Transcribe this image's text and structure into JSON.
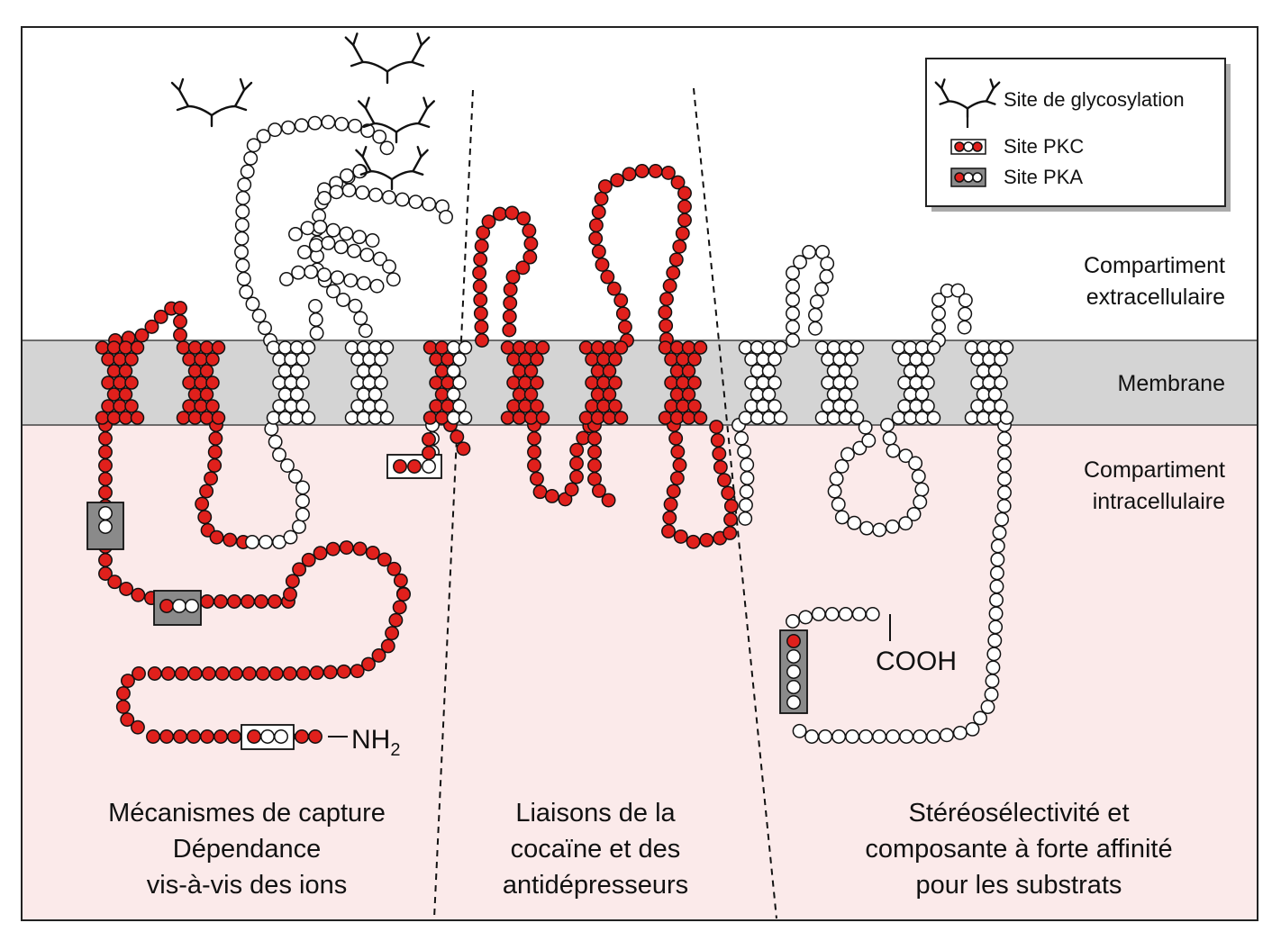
{
  "legend": {
    "glycosylation": "Site de glycosylation",
    "pkc": "Site PKC",
    "pka": "Site PKA"
  },
  "compartments": {
    "extracellular_line1": "Compartiment",
    "extracellular_line2": "extracellulaire",
    "membrane": "Membrane",
    "intracellular_line1": "Compartiment",
    "intracellular_line2": "intracellulaire"
  },
  "termini": {
    "n_terminus": "NH",
    "n_terminus_subscript": "2",
    "c_terminus": "COOH"
  },
  "regions": [
    {
      "lines": [
        "Mécanismes de capture",
        "Dépendance",
        "vis-à-vis des ions"
      ]
    },
    {
      "lines": [
        "Liaisons de la",
        "cocaïne et des",
        "antidépresseurs"
      ]
    },
    {
      "lines": [
        "Stéréosélectivité et",
        "composante à forte affinité",
        "pour les substrats"
      ]
    }
  ],
  "colors": {
    "residue_red": "#e0201c",
    "membrane_band": "#d4d4d4",
    "intracellular_bg": "#fbeaea",
    "pka_box": "#8a8a8a"
  }
}
